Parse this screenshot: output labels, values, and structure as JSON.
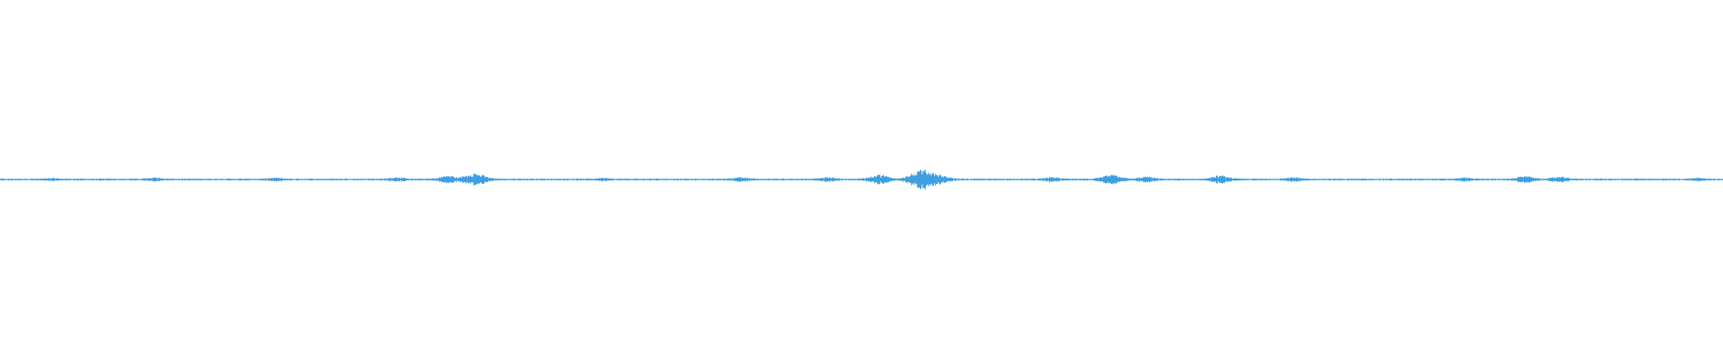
{
  "waveform": {
    "color": "#3f9fe0",
    "amplitude_peaks": [
      {
        "position": 0.03,
        "level": 0.08
      },
      {
        "position": 0.09,
        "level": 0.15
      },
      {
        "position": 0.16,
        "level": 0.12
      },
      {
        "position": 0.23,
        "level": 0.18
      },
      {
        "position": 0.26,
        "level": 0.35
      },
      {
        "position": 0.275,
        "level": 0.6
      },
      {
        "position": 0.35,
        "level": 0.12
      },
      {
        "position": 0.43,
        "level": 0.2
      },
      {
        "position": 0.48,
        "level": 0.18
      },
      {
        "position": 0.51,
        "level": 0.45
      },
      {
        "position": 0.537,
        "level": 1.0
      },
      {
        "position": 0.61,
        "level": 0.2
      },
      {
        "position": 0.645,
        "level": 0.45
      },
      {
        "position": 0.665,
        "level": 0.25
      },
      {
        "position": 0.708,
        "level": 0.35
      },
      {
        "position": 0.75,
        "level": 0.18
      },
      {
        "position": 0.85,
        "level": 0.15
      },
      {
        "position": 0.885,
        "level": 0.3
      },
      {
        "position": 0.905,
        "level": 0.25
      },
      {
        "position": 0.985,
        "level": 0.12
      }
    ]
  }
}
